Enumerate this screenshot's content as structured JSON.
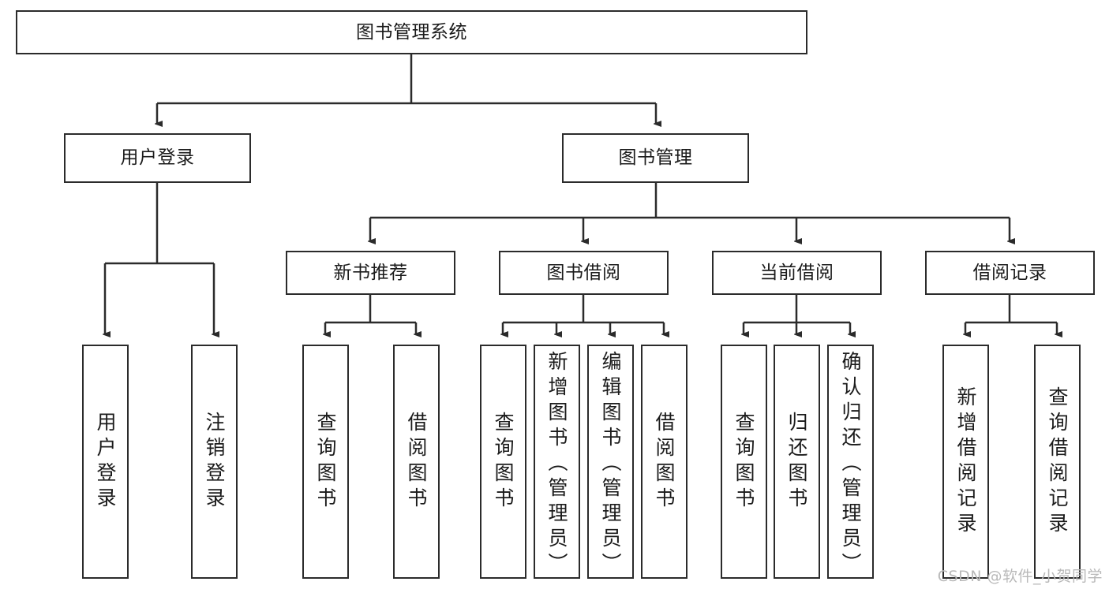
{
  "diagram": {
    "title": "图书管理系统",
    "type": "tree",
    "watermark": "CSDN @软件_小贺同学",
    "colors": {
      "stroke": "#2b2b2b",
      "text": "#1b1b1b",
      "background": "#ffffff",
      "watermark": "#b9b9b9"
    },
    "root": {
      "label": "图书管理系统"
    },
    "level2": [
      {
        "label": "用户登录"
      },
      {
        "label": "图书管理"
      }
    ],
    "level3": [
      {
        "label": "新书推荐"
      },
      {
        "label": "图书借阅"
      },
      {
        "label": "当前借阅"
      },
      {
        "label": "借阅记录"
      }
    ],
    "leaves": {
      "user_login": [
        {
          "label": "用户登录"
        },
        {
          "label": "注销登录"
        }
      ],
      "new_book": [
        {
          "label": "查询图书"
        },
        {
          "label": "借阅图书"
        }
      ],
      "book_borrow": [
        {
          "label": "查询图书"
        },
        {
          "label": "新增图书（管理员）"
        },
        {
          "label": "编辑图书（管理员）"
        },
        {
          "label": "借阅图书"
        }
      ],
      "current_borrow": [
        {
          "label": "查询图书"
        },
        {
          "label": "归还图书"
        },
        {
          "label": "确认归还（管理员）"
        }
      ],
      "borrow_record": [
        {
          "label": "新增借阅记录"
        },
        {
          "label": "查询借阅记录"
        }
      ]
    }
  }
}
